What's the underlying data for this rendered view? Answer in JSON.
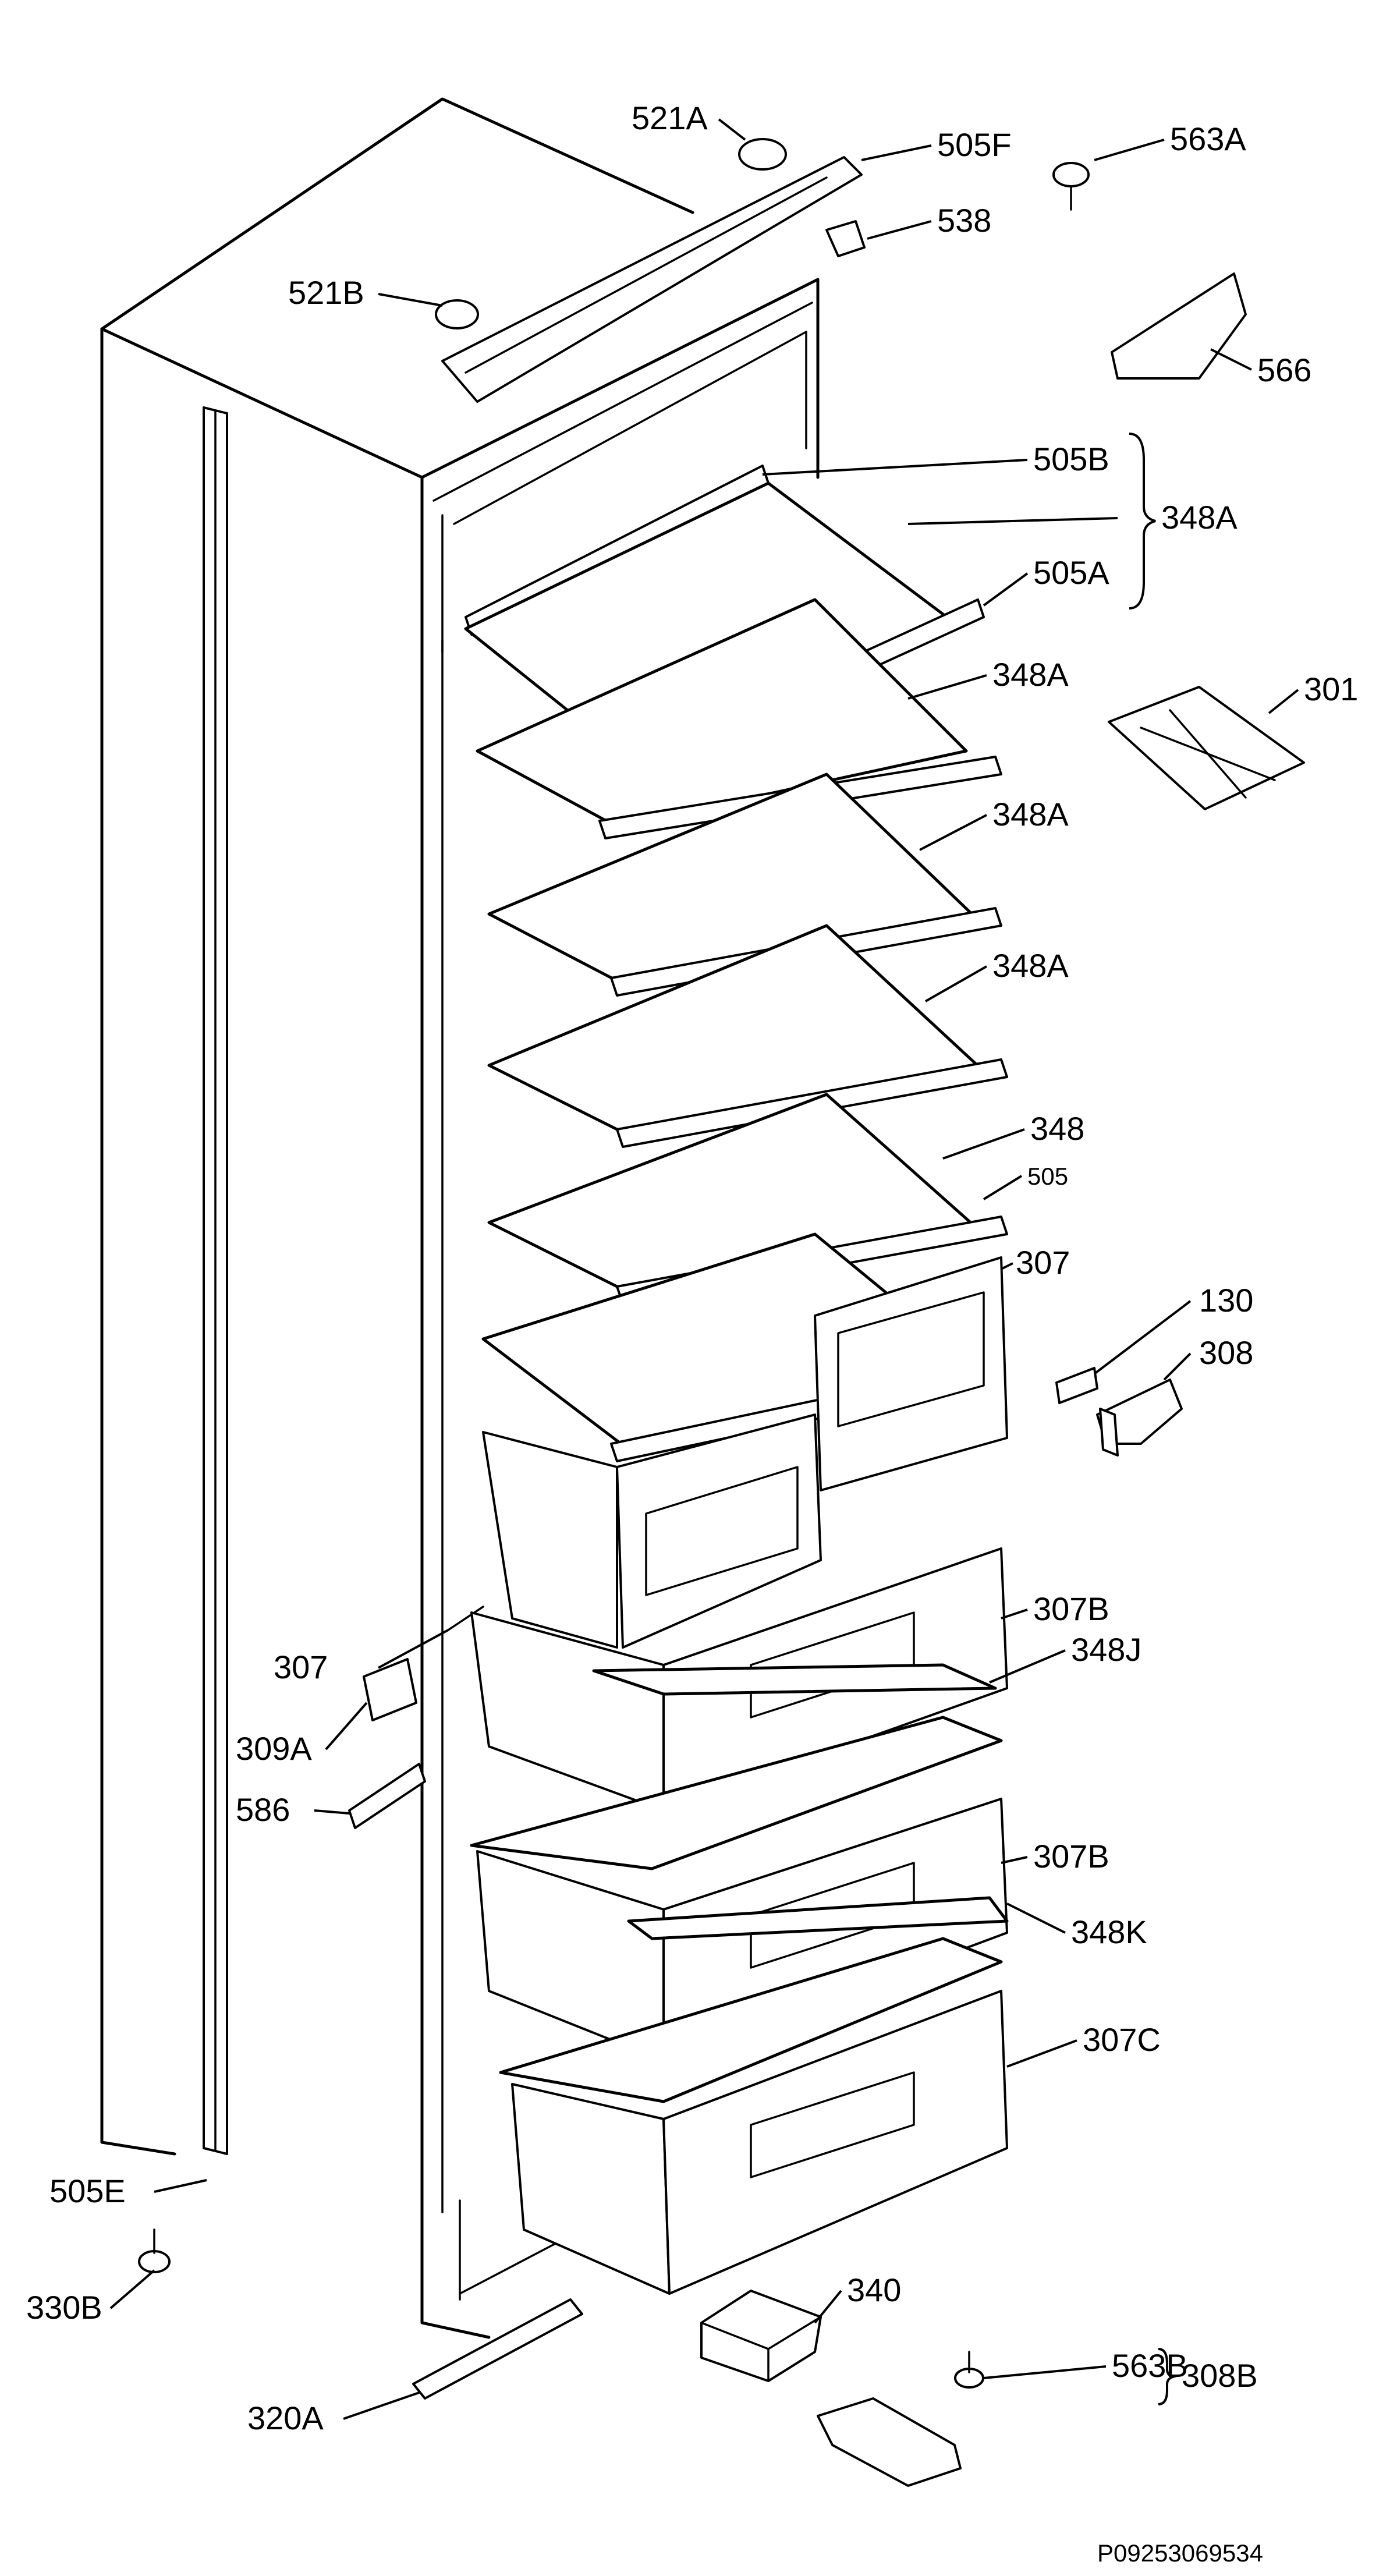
{
  "figure_code": "P09253069534",
  "labels": {
    "l521A": "521A",
    "l505F": "505F",
    "l563A": "563A",
    "l538": "538",
    "l521B": "521B",
    "l566": "566",
    "l505B": "505B",
    "l348A_group": "348A",
    "l505A": "505A",
    "l348A_1": "348A",
    "l301": "301",
    "l348A_2": "348A",
    "l348A_3": "348A",
    "l348": "348",
    "l505": "505",
    "l307_top": "307",
    "l130": "130",
    "l308": "308",
    "l307_left": "307",
    "l307B_1": "307B",
    "l348J": "348J",
    "l309A": "309A",
    "l586": "586",
    "l307B_2": "307B",
    "l348K": "348K",
    "l307C": "307C",
    "l505E": "505E",
    "l330B": "330B",
    "l340": "340",
    "l563B": "563B",
    "l308B": "308B",
    "l320A": "320A"
  }
}
